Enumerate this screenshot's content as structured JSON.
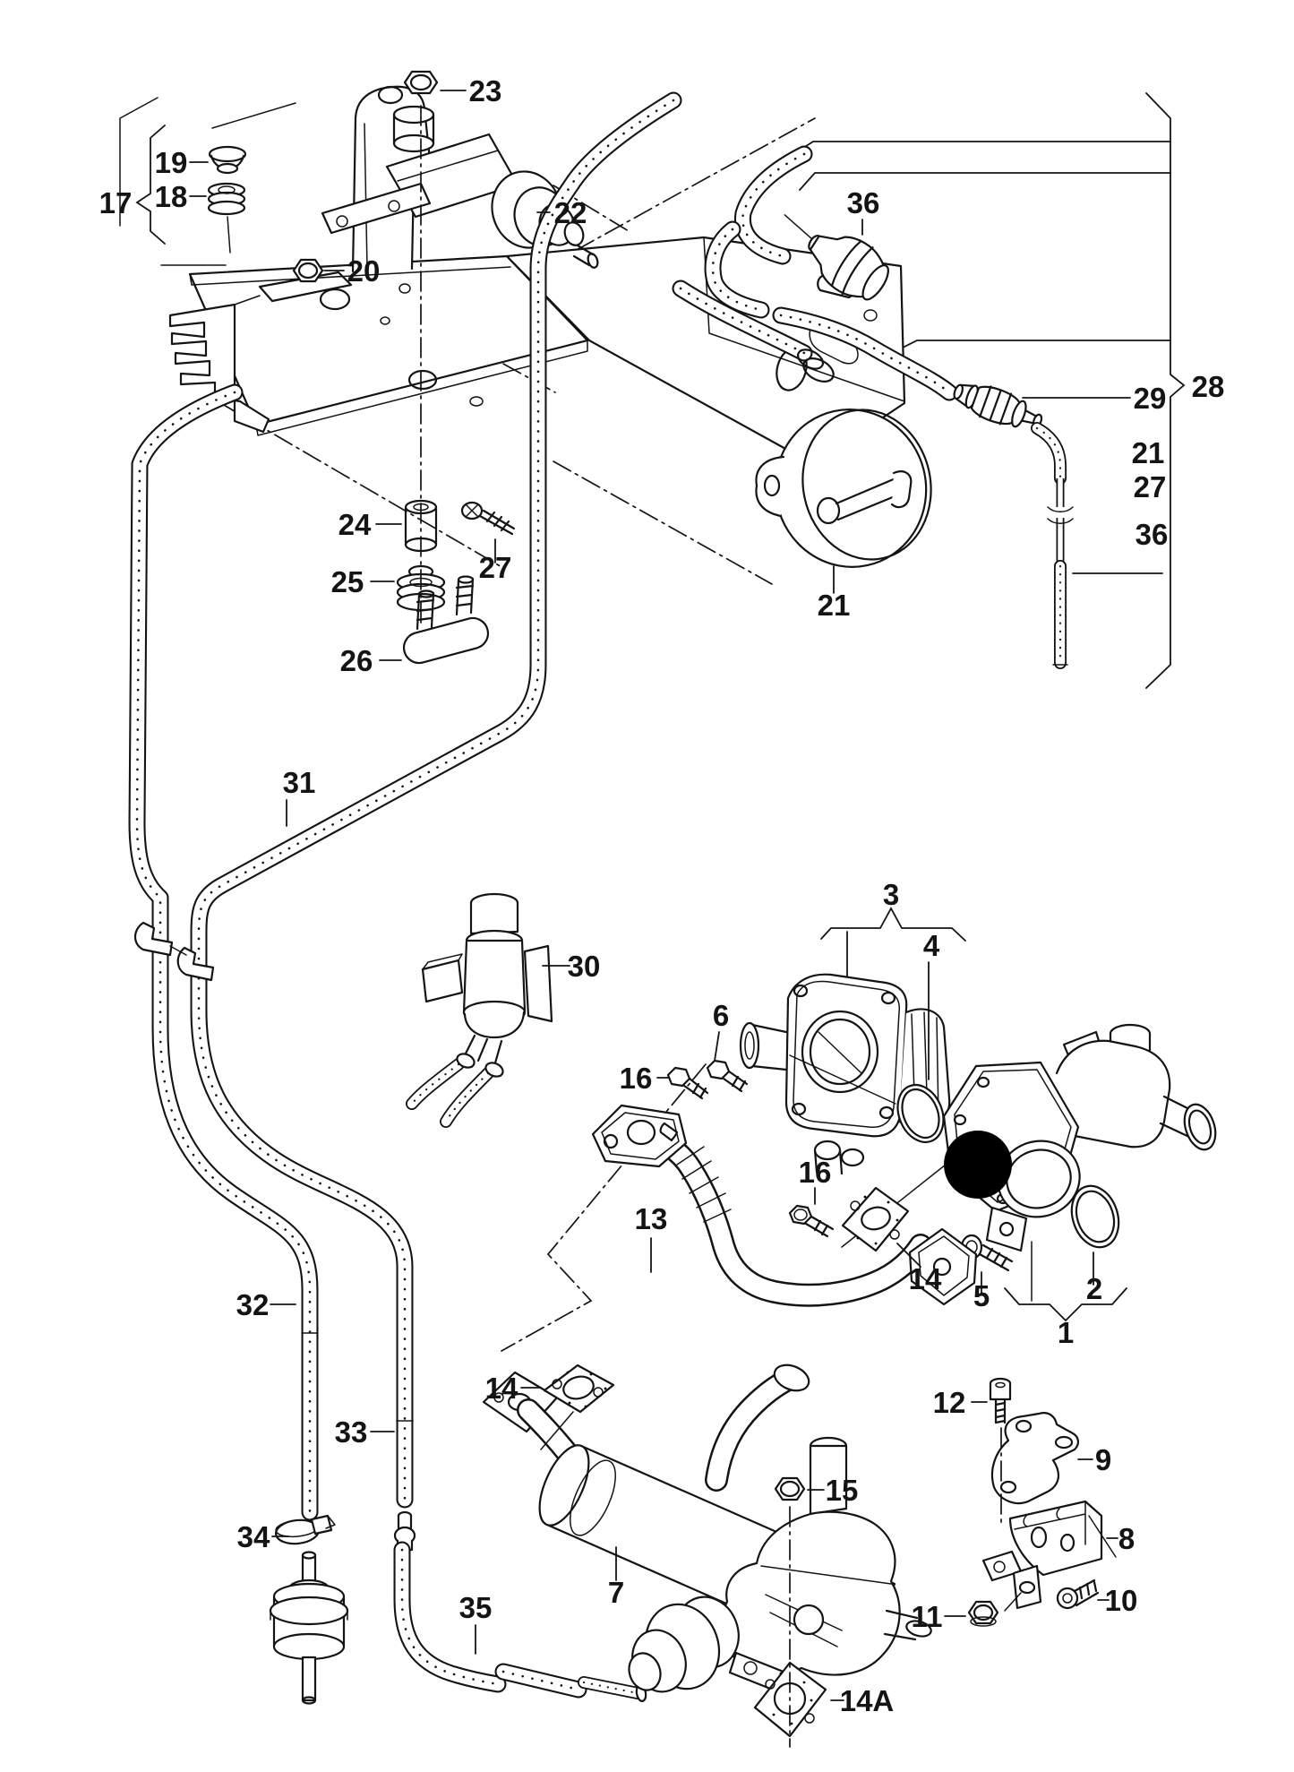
{
  "diagram": {
    "colors": {
      "background": "#ffffff",
      "line": "#141414",
      "redaction": "#000000"
    },
    "callouts": [
      {
        "text": "23"
      },
      {
        "text": "19"
      },
      {
        "text": "18"
      },
      {
        "text": "17"
      },
      {
        "text": "20"
      },
      {
        "text": "22"
      },
      {
        "text": "36"
      },
      {
        "text": "29"
      },
      {
        "text": "28"
      },
      {
        "text": "21"
      },
      {
        "text": "27"
      },
      {
        "text": "36"
      },
      {
        "text": "24"
      },
      {
        "text": "25"
      },
      {
        "text": "27"
      },
      {
        "text": "26"
      },
      {
        "text": "21"
      },
      {
        "text": "31"
      },
      {
        "text": "30"
      },
      {
        "text": "3"
      },
      {
        "text": "4"
      },
      {
        "text": "6"
      },
      {
        "text": "16"
      },
      {
        "text": "13"
      },
      {
        "text": "16"
      },
      {
        "text": "14"
      },
      {
        "text": "5"
      },
      {
        "text": "2"
      },
      {
        "text": "1"
      },
      {
        "text": "32"
      },
      {
        "text": "33"
      },
      {
        "text": "14"
      },
      {
        "text": "34"
      },
      {
        "text": "35"
      },
      {
        "text": "7"
      },
      {
        "text": "15"
      },
      {
        "text": "14A"
      },
      {
        "text": "12"
      },
      {
        "text": "9"
      },
      {
        "text": "8"
      },
      {
        "text": "10"
      },
      {
        "text": "11"
      }
    ]
  }
}
